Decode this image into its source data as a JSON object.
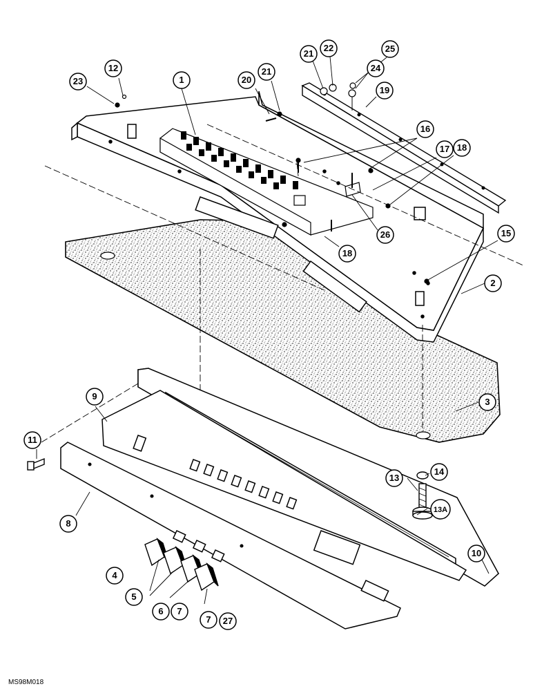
{
  "callouts": [
    {
      "id": "1",
      "label": "1"
    },
    {
      "id": "2",
      "label": "2"
    },
    {
      "id": "3",
      "label": "3"
    },
    {
      "id": "4",
      "label": "4"
    },
    {
      "id": "5",
      "label": "5"
    },
    {
      "id": "6",
      "label": "6"
    },
    {
      "id": "7a",
      "label": "7"
    },
    {
      "id": "7b",
      "label": "7"
    },
    {
      "id": "8",
      "label": "8"
    },
    {
      "id": "9",
      "label": "9"
    },
    {
      "id": "10",
      "label": "10"
    },
    {
      "id": "11",
      "label": "11"
    },
    {
      "id": "12",
      "label": "12"
    },
    {
      "id": "13",
      "label": "13"
    },
    {
      "id": "13A",
      "label": "13A"
    },
    {
      "id": "14",
      "label": "14"
    },
    {
      "id": "15",
      "label": "15"
    },
    {
      "id": "16",
      "label": "16"
    },
    {
      "id": "17",
      "label": "17"
    },
    {
      "id": "18a",
      "label": "18"
    },
    {
      "id": "18b",
      "label": "18"
    },
    {
      "id": "19",
      "label": "19"
    },
    {
      "id": "20",
      "label": "20"
    },
    {
      "id": "21a",
      "label": "21"
    },
    {
      "id": "21b",
      "label": "21"
    },
    {
      "id": "22",
      "label": "22"
    },
    {
      "id": "23",
      "label": "23"
    },
    {
      "id": "24",
      "label": "24"
    },
    {
      "id": "25",
      "label": "25"
    },
    {
      "id": "26",
      "label": "26"
    },
    {
      "id": "27",
      "label": "27"
    }
  ],
  "drawing_code": "MS98M018"
}
